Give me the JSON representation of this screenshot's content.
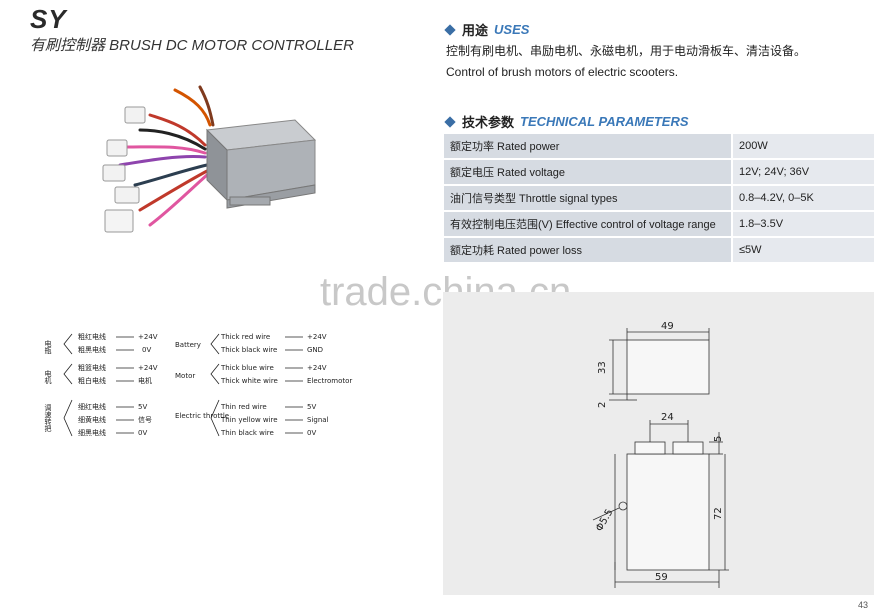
{
  "header": {
    "brand": "SY",
    "subtitle": "有刷控制器 BRUSH DC MOTOR CONTROLLER"
  },
  "uses": {
    "title_cn": "用途",
    "title_en": "USES",
    "text_cn": "控制有刷电机、串励电机、永磁电机，用于电动滑板车、清洁设备。",
    "text_en": "Control of brush motors of electric scooters."
  },
  "technical": {
    "title_cn": "技术参数",
    "title_en": "TECHNICAL PARAMETERS",
    "rows": [
      {
        "label": "额定功率 Rated power",
        "value": "200W"
      },
      {
        "label": "额定电压 Rated voltage",
        "value": "12V; 24V; 36V"
      },
      {
        "label": "油门信号类型 Throttle signal types",
        "value": "0.8–4.2V, 0–5K"
      },
      {
        "label": "有效控制电压范围(V) Effective control of voltage range",
        "value": "1.8–3.5V"
      },
      {
        "label": "额定功耗 Rated power loss",
        "value": "≤5W"
      }
    ]
  },
  "watermark": "trade.china.cn",
  "wiring": {
    "cn_groups": [
      {
        "group": "电瓶",
        "lines": [
          {
            "wire": "粗红电线",
            "value": "+24V"
          },
          {
            "wire": "粗黑电线",
            "value": "0V"
          }
        ]
      },
      {
        "group": "电机",
        "lines": [
          {
            "wire": "粗篮电线",
            "value": "+24V"
          },
          {
            "wire": "粗白电线",
            "value": "电机"
          }
        ]
      },
      {
        "group": "调速转把",
        "lines": [
          {
            "wire": "细红电线",
            "value": "5V"
          },
          {
            "wire": "细黄电线",
            "value": "信号"
          },
          {
            "wire": "细黑电线",
            "value": "0V"
          }
        ]
      }
    ],
    "en_groups": [
      {
        "group": "Battery",
        "lines": [
          {
            "wire": "Thick red wire",
            "value": "+24V"
          },
          {
            "wire": "Thick black wire",
            "value": "GND"
          }
        ]
      },
      {
        "group": "Motor",
        "lines": [
          {
            "wire": "Thick blue wire",
            "value": "+24V"
          },
          {
            "wire": "Thick white wire",
            "value": "Electromotor"
          }
        ]
      },
      {
        "group": "Electric throttle",
        "lines": [
          {
            "wire": "Thin red wire",
            "value": "5V"
          },
          {
            "wire": "Thin yellow wire",
            "value": "Signal"
          },
          {
            "wire": "Thin black wire",
            "value": "0V"
          }
        ]
      }
    ]
  },
  "drawing": {
    "top_width": "49",
    "top_height": "33",
    "top_offset": "2",
    "connector_spacing": "24",
    "connector_height": "5",
    "hole": "Φ5.5",
    "body_height": "72",
    "body_width": "59"
  },
  "page_number": "43"
}
